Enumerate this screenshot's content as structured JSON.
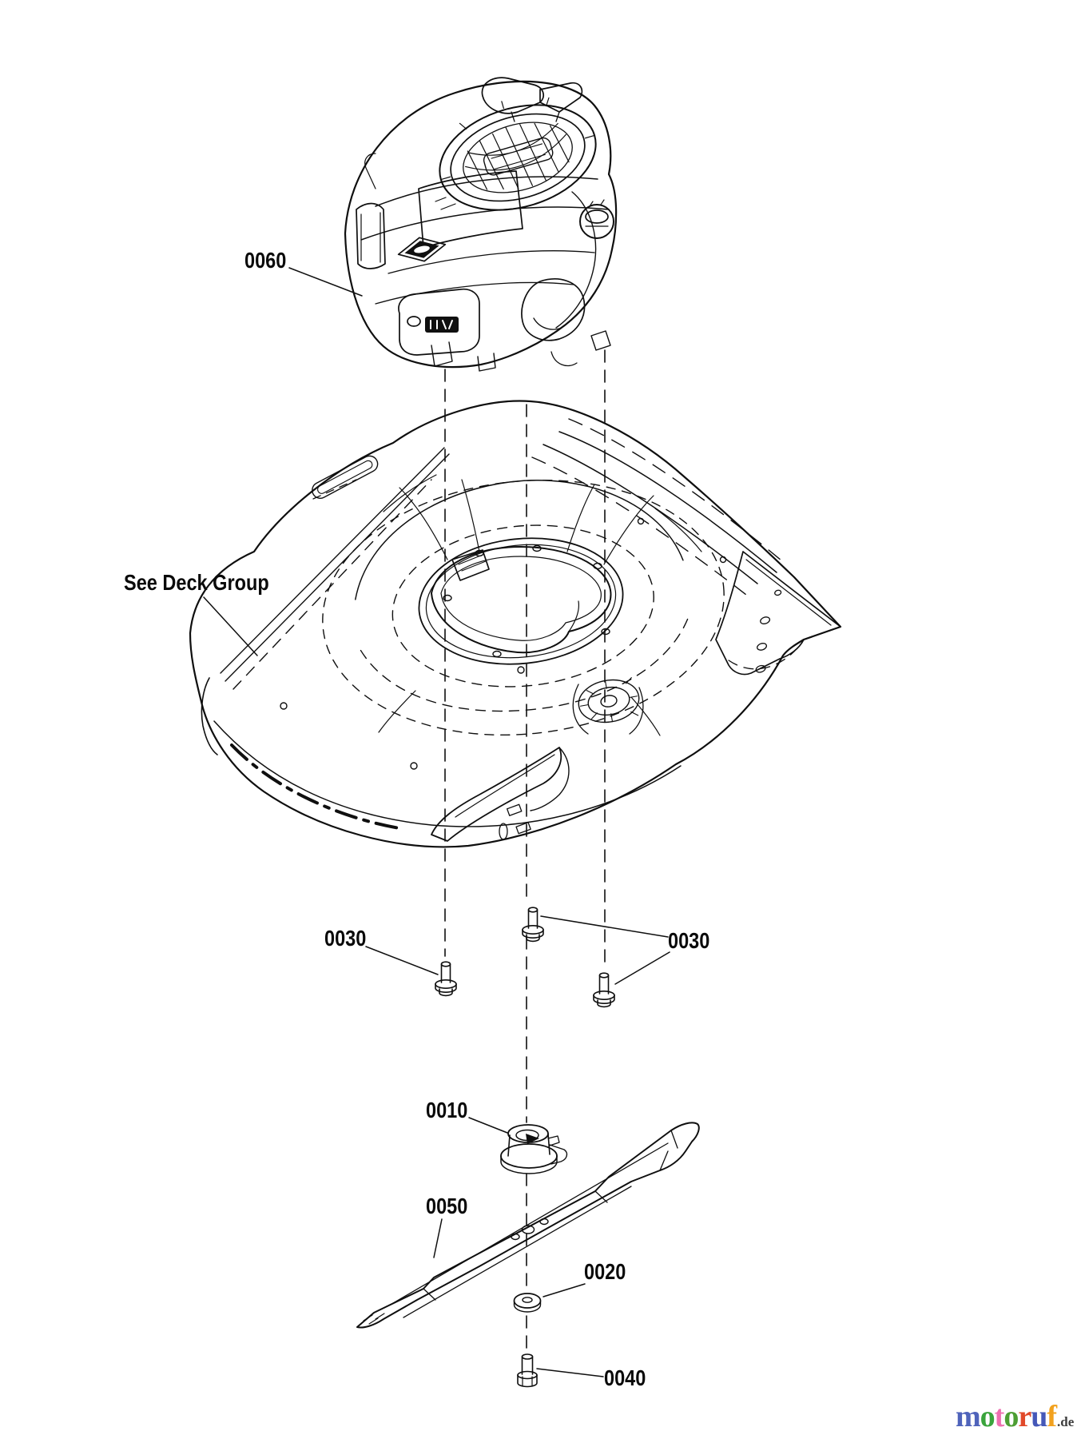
{
  "diagram": {
    "callouts": {
      "engine": "0060",
      "deck": "See Deck Group",
      "mounting_bolt_left": "0030",
      "mounting_bolt_right": "0030",
      "blade_adapter": "0010",
      "blade": "0050",
      "washer": "0020",
      "blade_bolt": "0040"
    },
    "line_color": "#0f0f0f"
  },
  "logo": {
    "letters": [
      {
        "char": "m",
        "color": "#4f63bb"
      },
      {
        "char": "o",
        "color": "#3aa43c"
      },
      {
        "char": "t",
        "color": "#ee6fb0"
      },
      {
        "char": "o",
        "color": "#4d9e33"
      },
      {
        "char": "r",
        "color": "#e1492a"
      },
      {
        "char": "u",
        "color": "#4558b8"
      },
      {
        "char": "f",
        "color": "#f2a11d"
      }
    ],
    "suffix": ".de",
    "suffix_color": "#3d3d3d"
  }
}
